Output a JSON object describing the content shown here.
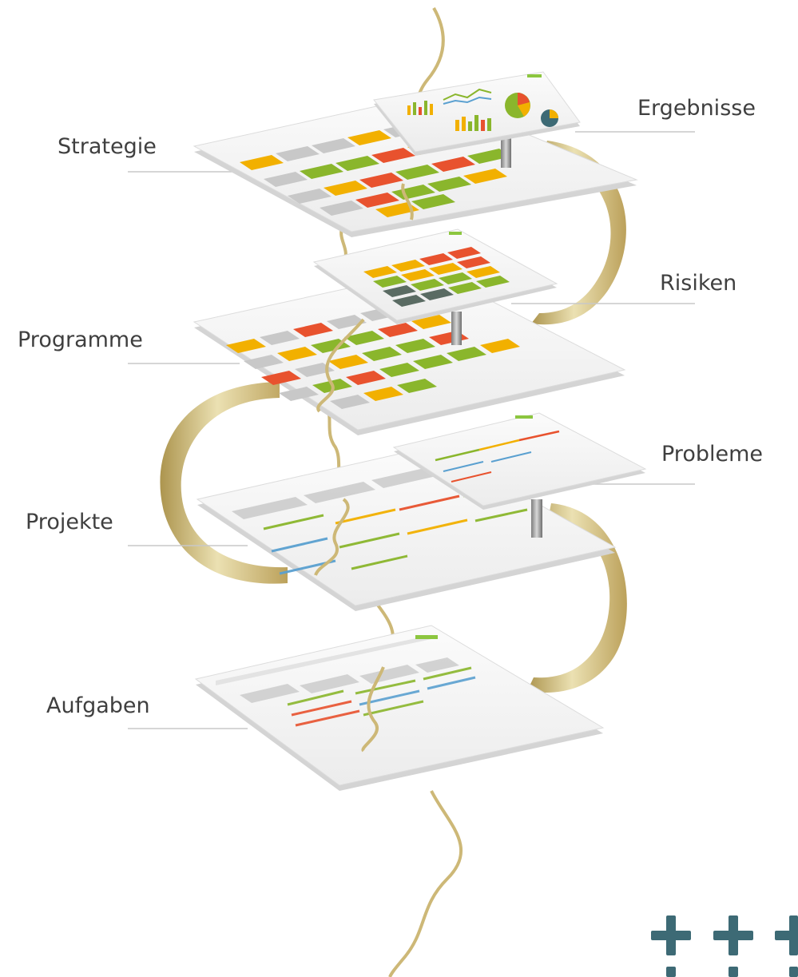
{
  "labels": {
    "strategie": "Strategie",
    "ergebnisse": "Ergebnisse",
    "risiken": "Risiken",
    "programme": "Programme",
    "probleme": "Probleme",
    "projekte": "Projekte",
    "aufgaben": "Aufgaben"
  },
  "colors": {
    "ribbon": "#c9b06a",
    "ribbon_light": "#eadfae",
    "ribbon_dark": "#a88f45",
    "plane_top": "#f7f7f7",
    "plane_edge": "#cfcfcf",
    "tile_orange": "#f2b000",
    "tile_red": "#e8522e",
    "tile_green": "#8ab62c",
    "tile_grey": "#c8c8c8",
    "tile_dark": "#5a6b63",
    "logo_teal": "#3d6a75",
    "accent_green": "#8cc63f",
    "label_text": "#3f3f3f",
    "leader_line": "#c8c8c8"
  }
}
